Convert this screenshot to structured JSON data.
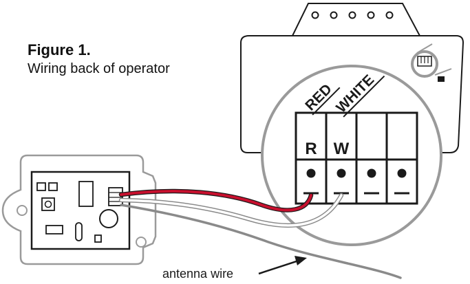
{
  "figure": {
    "title": "Figure 1.",
    "subtitle": "Wiring back of operator"
  },
  "labels": {
    "red": "RED",
    "white": "WHITE",
    "terminal_r": "R",
    "terminal_w": "W",
    "antenna": "antenna wire"
  },
  "colors": {
    "red_wire": "#c8102e",
    "white_wire": "#ffffff",
    "gray_outline": "#9a9a9a",
    "dark": "#1a1a1a"
  }
}
